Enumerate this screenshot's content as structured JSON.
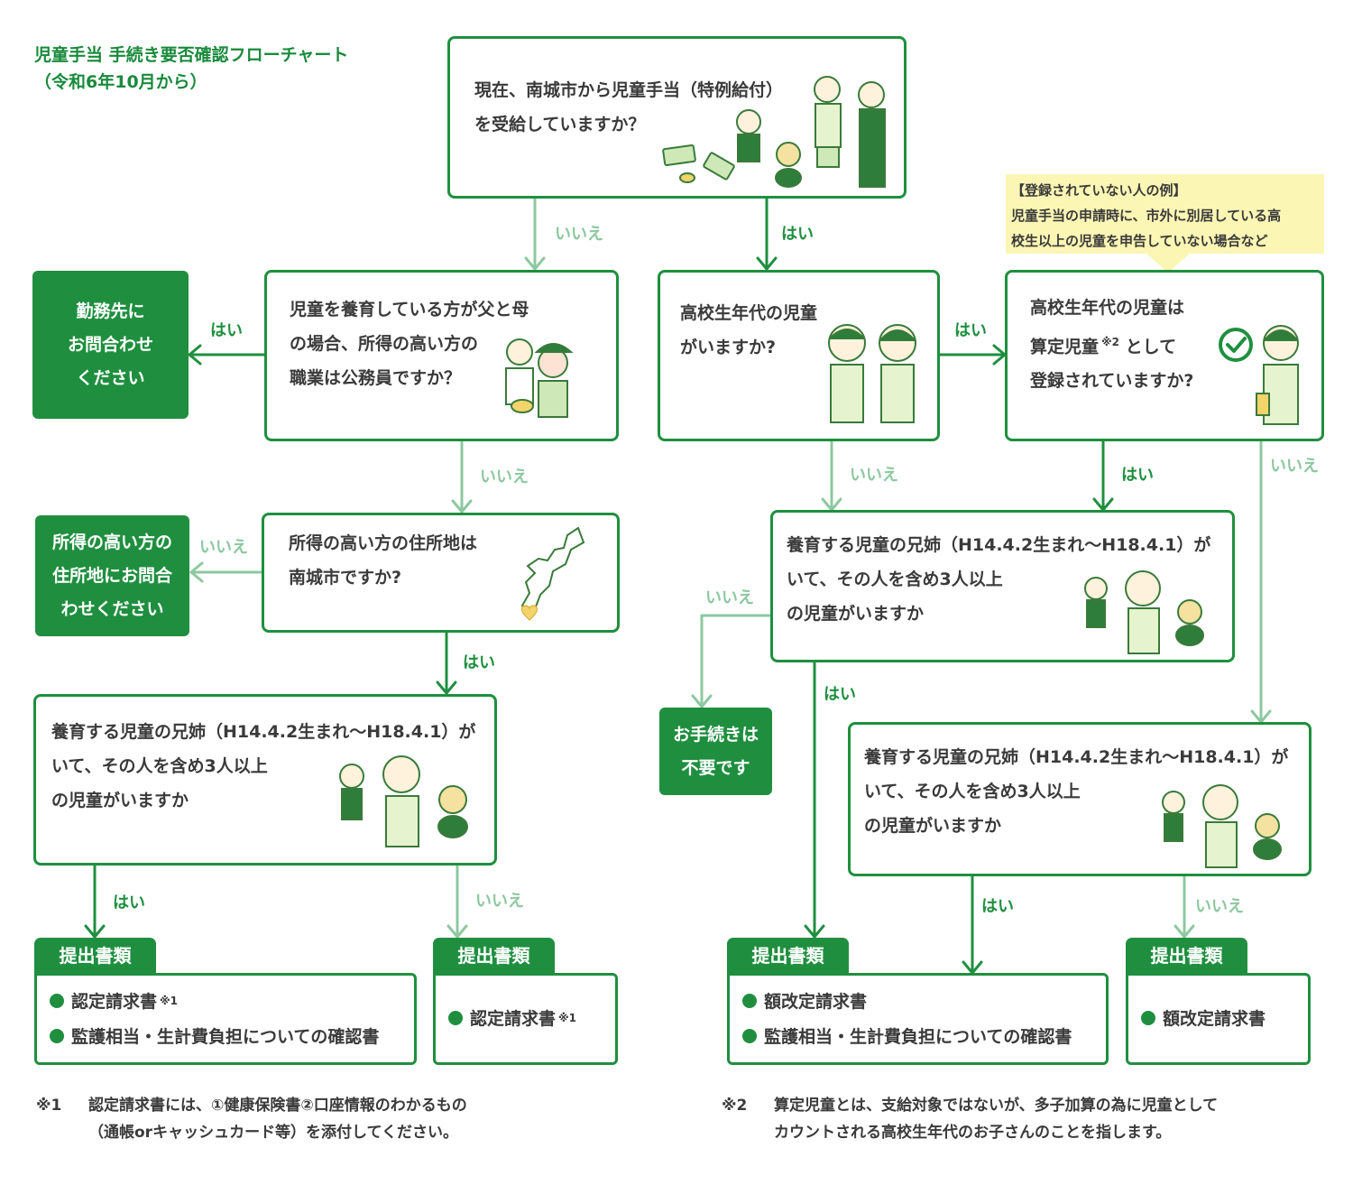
{
  "title": {
    "line1": "児童手当 手続き要否確認フローチャート",
    "line2": "（令和6年10月から）"
  },
  "colors": {
    "accent": "#1f8f3f",
    "no_label": "#8dc8a0",
    "note_bg": "#fbf6b4"
  },
  "questions": {
    "q1": {
      "lines": [
        "現在、南城市から児童手当（特例給付）",
        "を受給していますか？"
      ]
    },
    "q2": {
      "lines": [
        "児童を養育している方が父と母",
        "の場合、所得の高い方の",
        "職業は公務員ですか？"
      ]
    },
    "q3": {
      "lines": [
        "所得の高い方の住所地は",
        "南城市ですか?"
      ]
    },
    "q4": {
      "lines": [
        "養育する児童の兄姉（H14.4.2生まれ〜H18.4.1）が",
        "いて、その人を含め3人以上",
        "の児童がいますか"
      ]
    },
    "q5": {
      "lines": [
        "高校生年代の児童",
        "がいますか?"
      ]
    },
    "q6": {
      "line1": "高校生年代の児童は",
      "line2_main": "算定児童",
      "line2_sup": "※2",
      "line2_rest": " として",
      "line3": "登録されていますか?"
    },
    "q7": {
      "lines": [
        "養育する児童の兄姉（H14.4.2生まれ〜H18.4.1）が",
        "いて、その人を含め3人以上",
        "の児童がいますか"
      ]
    },
    "q8": {
      "lines": [
        "養育する児童の兄姉（H14.4.2生まれ〜H18.4.1）が",
        "いて、その人を含め3人以上",
        "の児童がいますか"
      ]
    }
  },
  "results": {
    "r1": {
      "lines": [
        "勤務先に",
        "お問合わせ",
        "ください"
      ]
    },
    "r2": {
      "lines": [
        "所得の高い方の",
        "住所地にお問合",
        "わせください"
      ]
    },
    "r3": {
      "lines": [
        "お手続きは",
        "不要です"
      ]
    }
  },
  "note": {
    "lines": [
      "【登録されていない人の例】",
      "児童手当の申請時に、市外に別居している高",
      "校生以上の児童を申告していない場合など"
    ]
  },
  "labels": {
    "yes": "はい",
    "no": "いいえ"
  },
  "docs": {
    "tab": "提出書類",
    "d1": [
      "認定請求書",
      "監護相当・生計費負担についての確認書"
    ],
    "d2": [
      "認定請求書"
    ],
    "d3": [
      "額改定請求書",
      "監護相当・生計費負担についての確認書"
    ],
    "d4": [
      "額改定請求書"
    ],
    "sup1": "※1"
  },
  "footnotes": {
    "f1": {
      "mark": "※1",
      "lines": [
        "認定請求書には、①健康保険書②口座情報のわかるもの",
        "（通帳orキャッシュカード等）を添付してください。"
      ]
    },
    "f2": {
      "mark": "※2",
      "lines": [
        "算定児童とは、支給対象ではないが、多子加算の為に児童として",
        "カウントされる高校生年代のお子さんのことを指します。"
      ]
    }
  }
}
